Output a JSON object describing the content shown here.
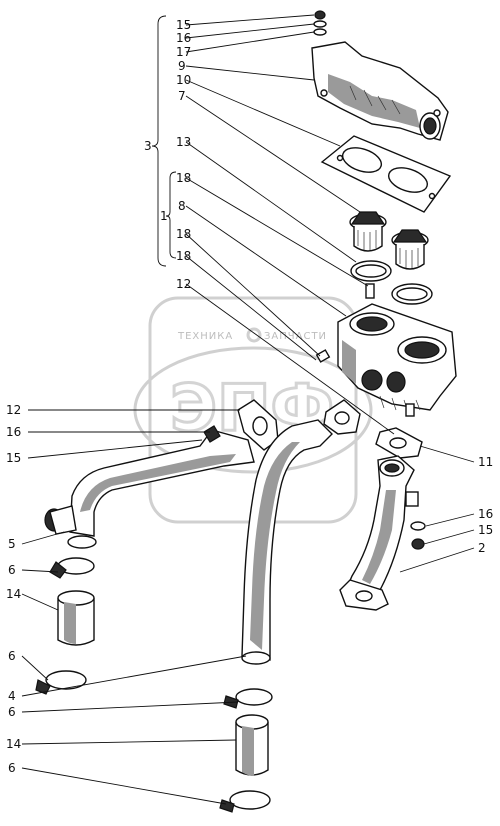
{
  "watermark": {
    "left_text": "ТЕХНИКА",
    "right_text": "ЗАПЧАСТИ",
    "big_text": "ЭПФ"
  },
  "callouts": [
    {
      "id": "c-15-top",
      "text": "15"
    },
    {
      "id": "c-16-top",
      "text": "16"
    },
    {
      "id": "c-17",
      "text": "17"
    },
    {
      "id": "c-9",
      "text": "9"
    },
    {
      "id": "c-10",
      "text": "10"
    },
    {
      "id": "c-7",
      "text": "7"
    },
    {
      "id": "c-3",
      "text": "3"
    },
    {
      "id": "c-13",
      "text": "13"
    },
    {
      "id": "c-18-a",
      "text": "18"
    },
    {
      "id": "c-8",
      "text": "8"
    },
    {
      "id": "c-1",
      "text": "1"
    },
    {
      "id": "c-18-b",
      "text": "18"
    },
    {
      "id": "c-18-c",
      "text": "18"
    },
    {
      "id": "c-12-top",
      "text": "12"
    },
    {
      "id": "c-12-left",
      "text": "12"
    },
    {
      "id": "c-16-left",
      "text": "16"
    },
    {
      "id": "c-15-left",
      "text": "15"
    },
    {
      "id": "c-11",
      "text": "11"
    },
    {
      "id": "c-5",
      "text": "5"
    },
    {
      "id": "c-6-a",
      "text": "6"
    },
    {
      "id": "c-14-a",
      "text": "14"
    },
    {
      "id": "c-16-right",
      "text": "16"
    },
    {
      "id": "c-15-right",
      "text": "15"
    },
    {
      "id": "c-2",
      "text": "2"
    },
    {
      "id": "c-6-b",
      "text": "6"
    },
    {
      "id": "c-4",
      "text": "4"
    },
    {
      "id": "c-6-c",
      "text": "6"
    },
    {
      "id": "c-14-b",
      "text": "14"
    },
    {
      "id": "c-6-d",
      "text": "6"
    }
  ]
}
